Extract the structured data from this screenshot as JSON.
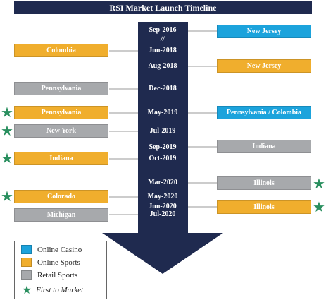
{
  "title": "RSI Market Launch Timeline",
  "colors": {
    "navy": "#1f2a4f",
    "online_casino": "#1ca3dc",
    "online_sports": "#f0ae2d",
    "retail_sports": "#a7a9ac",
    "star": "#2a8f5f"
  },
  "dates": [
    {
      "label": "Sep-2016"
    },
    {
      "label": "//"
    },
    {
      "label": "Jun-2018"
    },
    {
      "label": "Aug-2018"
    },
    {
      "label": "Dec-2018"
    },
    {
      "label": "May-2019"
    },
    {
      "label": "Jul-2019"
    },
    {
      "label": "Sep-2019"
    },
    {
      "label": "Oct-2019"
    },
    {
      "label": "Mar-2020"
    },
    {
      "label": "May-2020"
    },
    {
      "label": "Jun-2020"
    },
    {
      "label": "Jul-2020"
    }
  ],
  "left_boxes": [
    {
      "label": "Colombia",
      "type": "online_sports",
      "first_to_market": false
    },
    {
      "label": "Pennsylvania",
      "type": "retail_sports",
      "first_to_market": false
    },
    {
      "label": "Pennsylvania",
      "type": "online_sports",
      "first_to_market": true
    },
    {
      "label": "New York",
      "type": "retail_sports",
      "first_to_market": true
    },
    {
      "label": "Indiana",
      "type": "online_sports",
      "first_to_market": true
    },
    {
      "label": "Colorado",
      "type": "online_sports",
      "first_to_market": true
    },
    {
      "label": "Michigan",
      "type": "retail_sports",
      "first_to_market": false
    }
  ],
  "right_boxes": [
    {
      "label": "New Jersey",
      "type": "online_casino",
      "first_to_market": false
    },
    {
      "label": "New Jersey",
      "type": "online_sports",
      "first_to_market": false
    },
    {
      "label": "Pennsylvania / Colombia",
      "type": "online_casino",
      "first_to_market": false
    },
    {
      "label": "Indiana",
      "type": "retail_sports",
      "first_to_market": false
    },
    {
      "label": "Illinois",
      "type": "retail_sports",
      "first_to_market": true
    },
    {
      "label": "Illinois",
      "type": "online_sports",
      "first_to_market": true
    }
  ],
  "legend": {
    "online_casino": "Online Casino",
    "online_sports": "Online Sports",
    "retail_sports": "Retail Sports",
    "first_to_market": "First to Market",
    "star_icon": "star-icon"
  }
}
